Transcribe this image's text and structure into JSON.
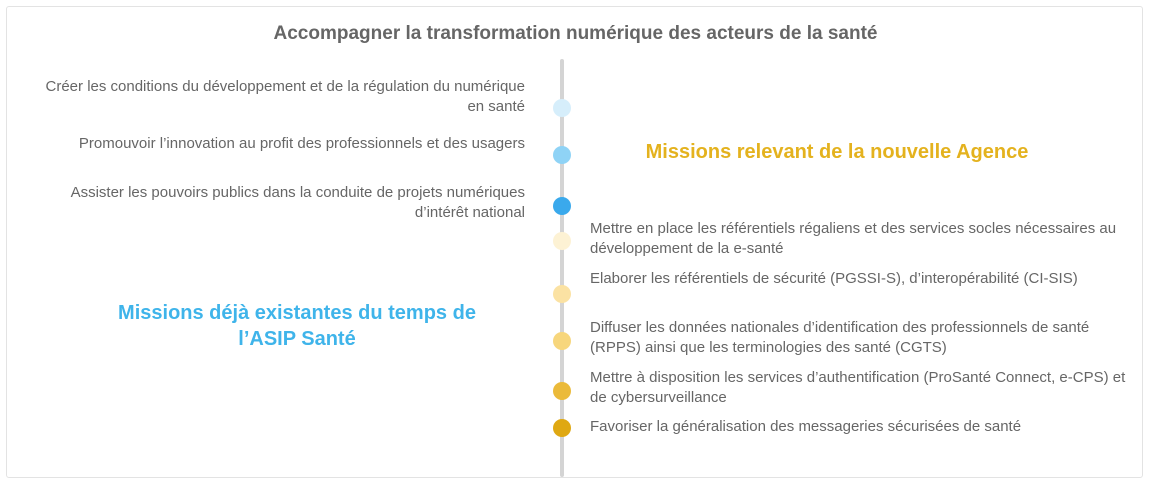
{
  "title": "Accompagner la transformation numérique des acteurs de la santé",
  "headings": {
    "new_agency": "Missions relevant de la nouvelle Agence",
    "existing": "Missions déjà existantes du temps de l’ASIP Santé"
  },
  "colors": {
    "new_agency": "#e4b21e",
    "existing": "#3fb4ea",
    "text": "#666666",
    "axis": "#d4d4d4"
  },
  "left_items": [
    {
      "text": "Créer les conditions du développement et de la régulation du numérique en santé",
      "color": "#d6eefb"
    },
    {
      "text": "Promouvoir l’innovation au profit des professionnels et des usagers",
      "color": "#8fd3f6"
    },
    {
      "text": "Assister les pouvoirs publics dans la conduite de projets numériques d’intérêt national",
      "color": "#3aa9ec"
    }
  ],
  "right_items": [
    {
      "text": "Mettre en place les référentiels régaliens et des services socles nécessaires au développement de la e-santé",
      "color": "#fdf2d4"
    },
    {
      "text": "Elaborer les référentiels de sécurité (PGSSI-S), d’interopérabilité (CI-SIS)",
      "color": "#fbe2a3"
    },
    {
      "text": "Diffuser les données nationales d’identification des professionnels de santé (RPPS) ainsi que les terminologies des santé (CGTS)",
      "color": "#f7d67c"
    },
    {
      "text": "Mettre à disposition les services d’authentification (ProSanté Connect, e-CPS) et de cybersurveillance",
      "color": "#ebba3a"
    },
    {
      "text": "Favoriser la généralisation des messageries sécurisées de santé",
      "color": "#dfa812"
    }
  ]
}
